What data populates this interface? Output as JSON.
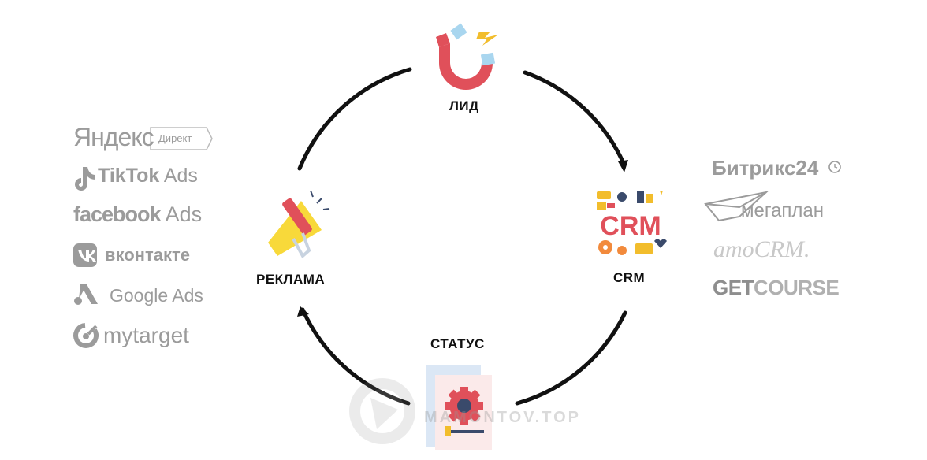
{
  "nodes": {
    "lead": "ЛИД",
    "crm": "CRM",
    "crm_icon_text": "CRM",
    "status": "СТАТУС",
    "ads": "РЕКЛАМА"
  },
  "ad_platforms": {
    "yandex": "Яндекс",
    "yandex_tag": "Директ",
    "tiktok": "TikTok",
    "tiktok_suffix": "Ads",
    "facebook": "facebook",
    "facebook_suffix": "Ads",
    "vk": "вконтакте",
    "google": "Google Ads",
    "mytarget": "mytarget"
  },
  "crm_platforms": {
    "bitrix": "Битрикс24",
    "megaplan": "мегаплан",
    "amocrm": "amoCRM.",
    "getcourse_a": "GET",
    "getcourse_b": "COURSE"
  },
  "watermark": "MAMONTOV.TOP",
  "colors": {
    "magnet_red": "#e0505a",
    "magnet_tip": "#a9d6ef",
    "bolt": "#f2bd2c",
    "horn_yellow": "#f8d93a",
    "crm_red": "#e0505a",
    "gear_orange": "#f28a3c",
    "arrow": "#111111",
    "brand_gray": "#9b9b9b"
  }
}
